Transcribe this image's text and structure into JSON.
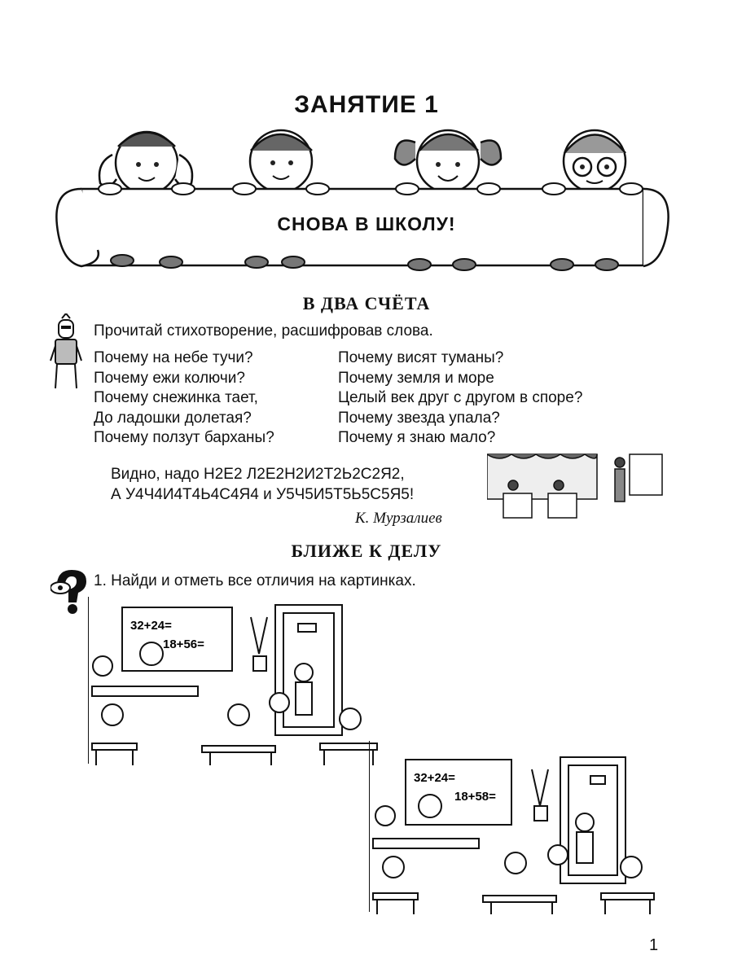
{
  "lesson_title": "ЗАНЯТИЕ 1",
  "banner_text": "СНОВА В ШКОЛУ!",
  "section_1": {
    "title": "В ДВА СЧЁТА",
    "instruction": "Прочитай стихотворение, расшифровав слова.",
    "poem_left": [
      "Почему на небе тучи?",
      "Почему ежи колючи?",
      "Почему снежинка тает,",
      "До ладошки долетая?",
      "Почему ползут барханы?"
    ],
    "poem_right": [
      "Почему висят туманы?",
      "Почему земля и море",
      "Целый век друг с другом в споре?",
      "Почему звезда упала?",
      "Почему я знаю мало?"
    ],
    "cipher_line_1": "Видно, надо Н2Е2 Л2Е2Н2И2Т2Ь2С2Я2,",
    "cipher_line_2": "А У4Ч4И4Т4Ь4С4Я4 и У5Ч5И5Т5Ь5С5Я5!",
    "author": "К. Мурзалиев"
  },
  "section_2": {
    "title": "БЛИЖЕ К ДЕЛУ",
    "task": "1. Найди и отметь все отличия на картинках.",
    "picture_1": {
      "board_line_1": "32+24=",
      "board_line_2": "18+56="
    },
    "picture_2": {
      "board_line_1": "32+24=",
      "board_line_2": "18+58="
    }
  },
  "page_number": "1",
  "icons": [
    "children-banner-illustration",
    "knight-icon",
    "question-icon",
    "classroom-window-illustration"
  ]
}
